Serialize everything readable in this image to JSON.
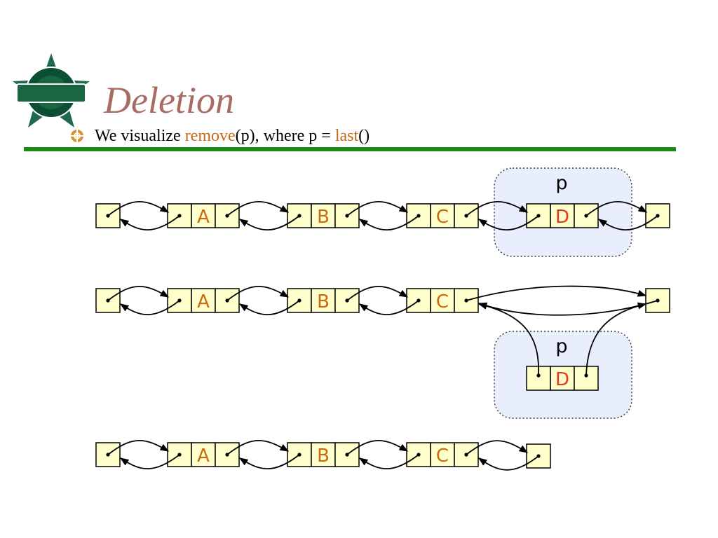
{
  "slide": {
    "title": "Deletion",
    "bullet": {
      "prefix": "We visualize ",
      "call": "remove",
      "args": "(p), where p = ",
      "func": "last",
      "suffix": "()"
    }
  },
  "logo": {
    "alt": "UNT"
  },
  "colors": {
    "title": "#a96c64",
    "accent": "#c86a13",
    "rule": "#1b8a16",
    "node_fill": "#ffffcc",
    "highlight_fill": "#e8eefb",
    "deleted_label": "#e8361a"
  },
  "diagram": {
    "pointer_label": "p",
    "rows": [
      {
        "labels": [
          "A",
          "B",
          "C",
          "D"
        ],
        "highlight_label": "D"
      },
      {
        "labels": [
          "A",
          "B",
          "C"
        ],
        "removed_label": "D"
      },
      {
        "labels": [
          "A",
          "B",
          "C"
        ]
      }
    ]
  }
}
